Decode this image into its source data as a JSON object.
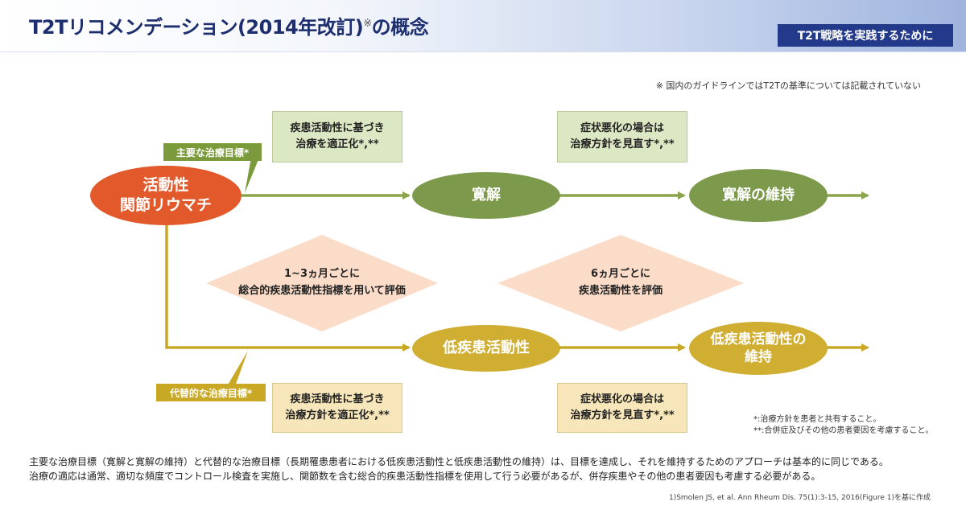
{
  "header": {
    "title": "T2Tリコメンデーション(2014年改訂)",
    "title_mark": "※",
    "title_suffix": "の概念",
    "badge": "T2T戦略を実践するために"
  },
  "note_top": "※ 国内のガイドラインではT2Tの基準については記載されていない",
  "diagram": {
    "start_node": [
      "活動性",
      "関節リウマチ"
    ],
    "remission": "寛解",
    "remission_maintain": "寛解の維持",
    "low_activity": "低疾患活動性",
    "low_activity_maintain": [
      "低疾患活動性の",
      "維持"
    ],
    "primary_tag": "主要な治療目標*",
    "alternative_tag": "代替的な治療目標*",
    "box_top_left": [
      "疾患活動性に基づき",
      "治療を適正化*,**"
    ],
    "box_top_right": [
      "症状悪化の場合は",
      "治療方針を見直す*,**"
    ],
    "box_bottom_left": [
      "疾患活動性に基づき",
      "治療方針を適正化*,**"
    ],
    "box_bottom_right": [
      "症状悪化の場合は",
      "治療方針を見直す*,**"
    ],
    "diamond_left": [
      "1~3ヵ月ごとに",
      "総合的疾患活動性指標を用いて評価"
    ],
    "diamond_right": [
      "6ヵ月ごとに",
      "疾患活動性を評価"
    ]
  },
  "legend": [
    "*:治療方針を患者と共有すること。",
    "**:合併症及びその他の患者要因を考慮すること。"
  ],
  "footer": [
    "主要な治療目標（寛解と寛解の維持）と代替的な治療目標（長期罹患患者における低疾患活動性と低疾患活動性の維持）は、目標を達成し、それを維持するためのアプローチは基本的に同じである。",
    "治療の適応は通常、適切な頻度でコントロール検査を実施し、関節数を含む総合的疾患活動性指標を使用して行う必要があるが、併存疾患やその他の患者要因も考慮する必要がある。"
  ],
  "citation": "1)Smolen JS, et al. Ann Rheum Dis. 75(1):3-15, 2016(Figure 1)を基に作成",
  "colors": {
    "header_text": "#1d2e6e",
    "badge": "#233a8b",
    "start_node": "#e25a2b",
    "green_node": "#7d9a4c",
    "green_line": "#8ba54c",
    "yellow_node": "#cfae32",
    "yellow_line": "#c9a826",
    "diamond": "#fbdcc8",
    "green_box": "#dce8c4",
    "yellow_box": "#f6e6b9"
  }
}
